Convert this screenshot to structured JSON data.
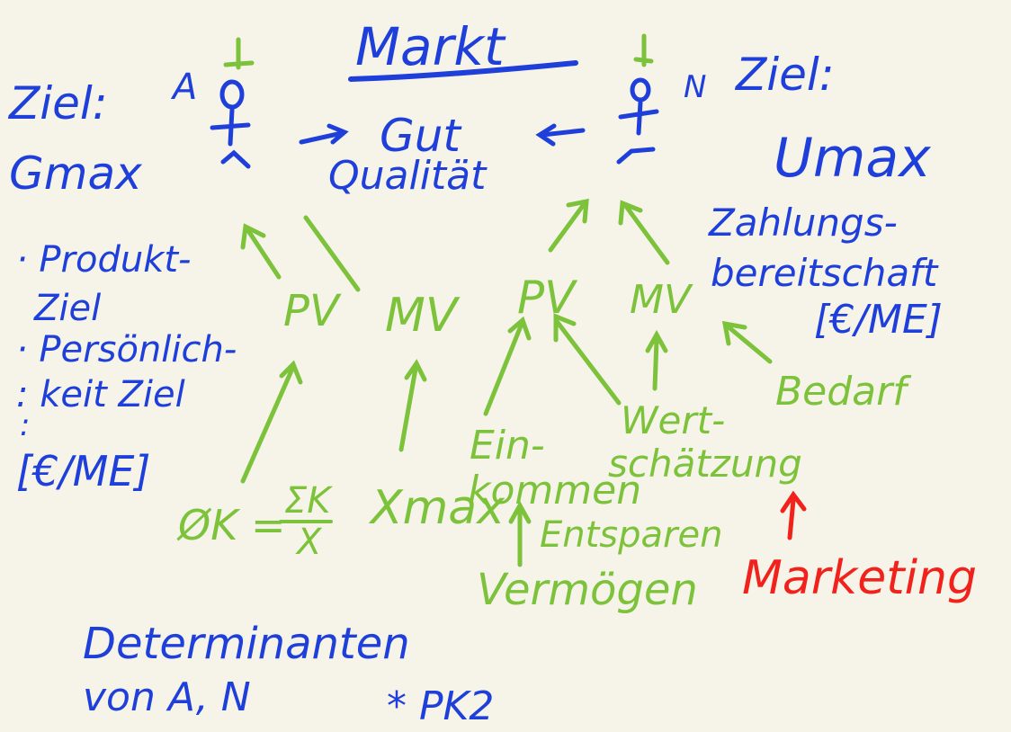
{
  "colors": {
    "background": "#f6f3e8",
    "blue_ink": "#1e3fd9",
    "green_ink": "#7cc23b",
    "red_ink": "#f0221b"
  },
  "title": "Markt",
  "anbieter": {
    "letter": "A",
    "ziel": "Ziel:",
    "goal": "Gmax",
    "goals_list": [
      "· Produkt-",
      "Ziel",
      "· Persönlich-",
      ": keit Ziel",
      ":"
    ],
    "unit": "[€/ME]"
  },
  "nachfrager": {
    "letter": "N",
    "ziel": "Ziel:",
    "goal": "Umax",
    "zahlung_line1": "Zahlungs-",
    "zahlung_line2": "bereitschaft",
    "unit": "[€/ME]"
  },
  "center": {
    "gut": "Gut",
    "qualitaet": "Qualität"
  },
  "green_labels": {
    "pv_left": "PV",
    "mv_left": "MV",
    "pv_right": "PV",
    "mv_right": "MV",
    "formula_prefix": "ØK =",
    "formula_num": "ΣK",
    "formula_den": "X",
    "xmax": "Xmax",
    "einkommen_1": "Ein-",
    "einkommen_2": "kommen",
    "wert_1": "Wert-",
    "wert_2": "schätzung",
    "bedarf": "Bedarf",
    "entsparen": "Entsparen",
    "vermoegen": "Vermögen"
  },
  "red_labels": {
    "marketing": "Marketing"
  },
  "bottom": {
    "determinanten": "Determinanten",
    "von": "von A, N",
    "pk2": "* PK2"
  }
}
